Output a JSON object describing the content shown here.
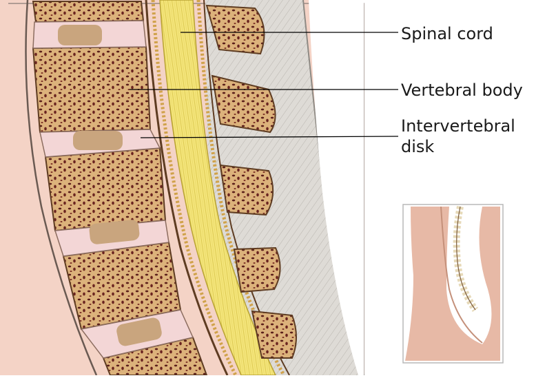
{
  "labels": {
    "spinal_cord": "Spinal cord",
    "vertebral_body": "Vertebral body",
    "intervertebral_disk_line1": "Intervertebral",
    "intervertebral_disk_line2": "disk"
  },
  "colors": {
    "background": "#ffffff",
    "skin": "#f3d2c6",
    "bone": "#d9b27a",
    "bone_pore": "#5a1e1a",
    "disk": "#f2d6d6",
    "disk_core": "#caa27e",
    "spinal_cord": "#f1e27a",
    "ligament": "#d9d6d2",
    "leader_line": "#000000"
  }
}
